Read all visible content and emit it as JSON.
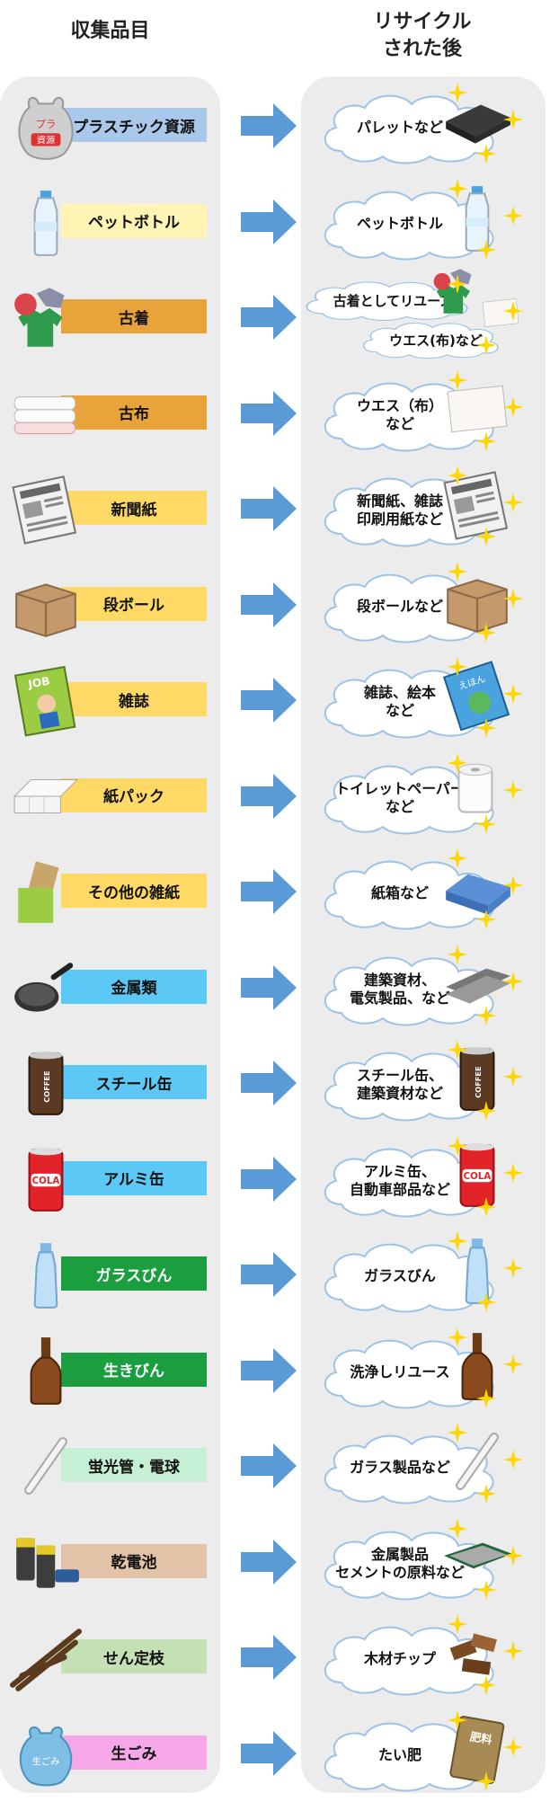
{
  "header": {
    "left": "収集品目",
    "right_line1": "リサイクル",
    "right_line2": "された後"
  },
  "colors": {
    "panel": "#ececec",
    "arrow": "#5b9bd5",
    "cloud_fill": "#ffffff",
    "cloud_stroke": "#9dc3e6",
    "star": "#ffd700"
  },
  "items": [
    {
      "label": "プラスチック資源",
      "color": "#a9c8ea",
      "icon": "plastic-bag-icon",
      "icon_text_1": "プラ",
      "icon_text_2": "資源",
      "result": "パレットなど",
      "result_icon": "pallet-icon"
    },
    {
      "label": "ペットボトル",
      "color": "#fff4b3",
      "icon": "pet-bottle-icon",
      "result": "ペットボトル",
      "result_icon": "pet-bottle-icon"
    },
    {
      "label": "古着",
      "color": "#e8a43a",
      "icon": "clothes-icon",
      "result_a": "古着としてリユース",
      "result_b": "ウエス(布)など",
      "result_icon": "clothes-icon",
      "result_icon_b": "cloth-icon"
    },
    {
      "label": "古布",
      "color": "#e8a43a",
      "icon": "towels-icon",
      "result": "ウエス（布）\nなど",
      "result_icon": "cloth-icon"
    },
    {
      "label": "新聞紙",
      "color": "#ffd966",
      "icon": "newspaper-icon",
      "result": "新聞紙、雑誌\n印刷用紙など",
      "result_icon": "newspaper-icon"
    },
    {
      "label": "段ボール",
      "color": "#ffd966",
      "icon": "cardboard-box-icon",
      "result": "段ボールなど",
      "result_icon": "cardboard-box-icon"
    },
    {
      "label": "雑誌",
      "color": "#ffd966",
      "icon": "magazine-icon",
      "icon_text_1": "JOB",
      "result": "雑誌、絵本\nなど",
      "result_icon": "picture-book-icon",
      "result_icon_text": "えほん"
    },
    {
      "label": "紙パック",
      "color": "#ffd966",
      "icon": "paper-carton-icon",
      "result": "トイレットペーパー\nなど",
      "result_icon": "toilet-paper-icon"
    },
    {
      "label": "その他の雑紙",
      "color": "#ffd966",
      "icon": "misc-paper-icon",
      "result": "紙箱など",
      "result_icon": "paper-box-icon"
    },
    {
      "label": "金属類",
      "color": "#5bc8f5",
      "icon": "frying-pan-icon",
      "result": "建築資材、\n電気製品、など",
      "result_icon": "steel-beams-icon"
    },
    {
      "label": "スチール缶",
      "color": "#5bc8f5",
      "icon": "steel-can-icon",
      "icon_text_1": "COFFEE",
      "result": "スチール缶、\n建築資材など",
      "result_icon": "steel-can-icon"
    },
    {
      "label": "アルミ缶",
      "color": "#5bc8f5",
      "icon": "aluminum-can-icon",
      "icon_text_1": "COLA",
      "result": "アルミ缶、\n自動車部品など",
      "result_icon": "aluminum-can-icon"
    },
    {
      "label": "ガラスびん",
      "color": "#1a9e3f",
      "icon": "glass-bottle-icon",
      "result": "ガラスびん",
      "result_icon": "glass-bottle-icon"
    },
    {
      "label": "生きびん",
      "color": "#1a9e3f",
      "icon": "brown-bottle-icon",
      "result": "洗浄しリユース",
      "result_icon": "brown-bottle-icon"
    },
    {
      "label": "蛍光管・電球",
      "color": "#c6f0d6",
      "icon": "fluorescent-tube-icon",
      "result": "ガラス製品など",
      "result_icon": "fluorescent-tube-icon"
    },
    {
      "label": "乾電池",
      "color": "#e3c3a8",
      "icon": "battery-icon",
      "result": "金属製品\nセメントの原料など",
      "result_icon": "tray-icon"
    },
    {
      "label": "せん定枝",
      "color": "#c5e0b4",
      "icon": "branches-icon",
      "result": "木材チップ",
      "result_icon": "wood-chips-icon"
    },
    {
      "label": "生ごみ",
      "color": "#f5a7e8",
      "icon": "garbage-bag-icon",
      "icon_text_1": "生ごみ",
      "result": "たい肥",
      "result_icon": "compost-bag-icon",
      "result_icon_text": "肥料"
    }
  ]
}
